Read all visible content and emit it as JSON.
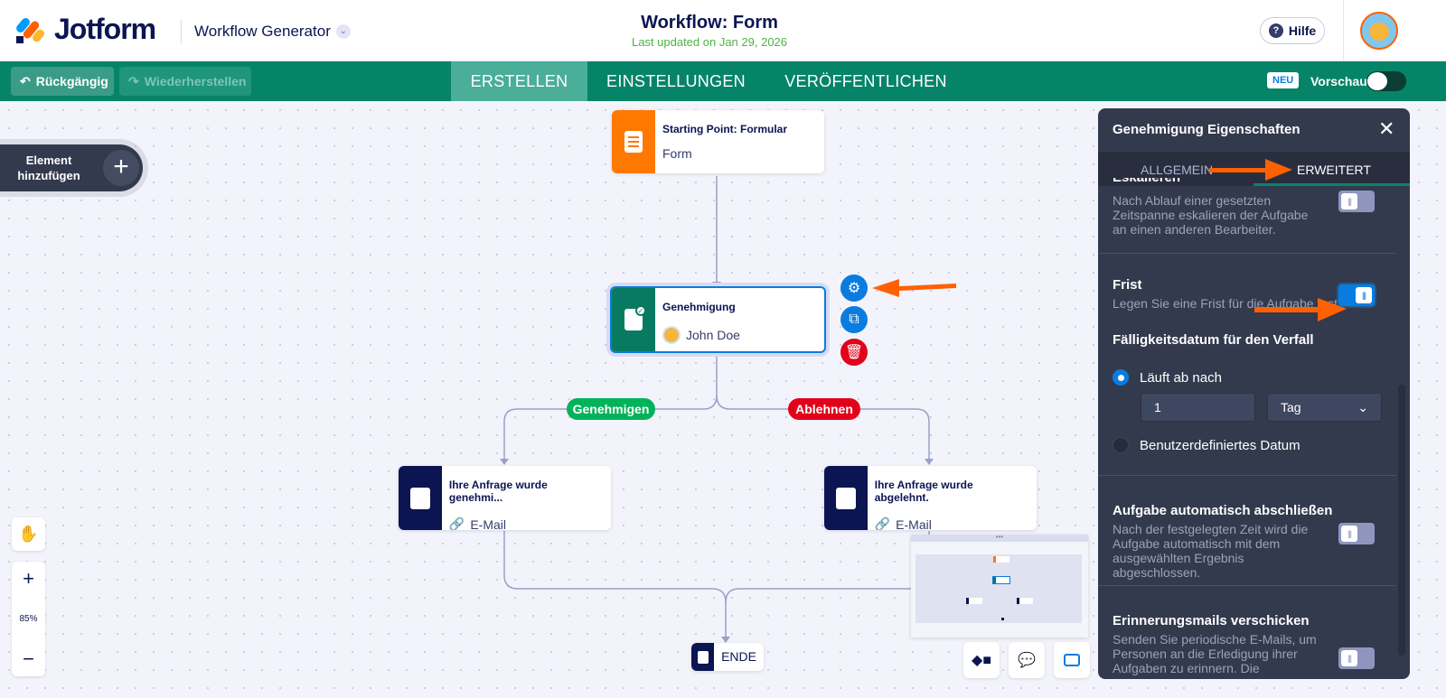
{
  "header": {
    "brand": "Jotform",
    "app_switch": "Workflow Generator",
    "title": "Workflow: Form",
    "subtitle": "Last updated on Jan 29, 2026",
    "help": "Hilfe"
  },
  "toolbar": {
    "undo": "Rückgängig",
    "redo": "Wiederherstellen",
    "tabs": [
      {
        "label": "ERSTELLEN",
        "active": true
      },
      {
        "label": "EINSTELLUNGEN"
      },
      {
        "label": "VERÖFFENTLICHEN"
      }
    ],
    "new_badge": "NEU",
    "preview": "Vorschau"
  },
  "canvas": {
    "add_element": "Element hinzufügen",
    "zoom": "85%",
    "nodes": {
      "start": {
        "title": "Starting Point: Formular",
        "sub": "Form"
      },
      "approval": {
        "title": "Genehmigung",
        "sub": "John Doe"
      },
      "email_ok": {
        "title": "Ihre Anfrage wurde genehmi...",
        "sub": "E-Mail"
      },
      "email_no": {
        "title": "Ihre Anfrage wurde abgelehnt.",
        "sub": "E-Mail"
      },
      "end": {
        "title": "ENDE"
      }
    },
    "branches": {
      "approve": "Genehmigen",
      "reject": "Ablehnen"
    }
  },
  "panel": {
    "title": "Genehmigung Eigenschaften",
    "tabs": [
      "ALLGEMEIN",
      "ERWEITERT"
    ],
    "active_tab": "ERWEITERT",
    "escalate": {
      "title": "Eskalieren",
      "desc": "Nach Ablauf einer gesetzten Zeitspanne eskalieren der Aufgabe an einen anderen Bearbeiter.",
      "enabled": false
    },
    "deadline": {
      "title": "Frist",
      "desc": "Legen Sie eine Frist für die Aufgabe fest.",
      "enabled": true,
      "due_label": "Fälligkeitsdatum für den Verfall",
      "opt_expires": "Läuft ab nach",
      "amount": "1",
      "unit": "Tag",
      "opt_custom": "Benutzerdefiniertes Datum"
    },
    "autocomplete": {
      "title": "Aufgabe automatisch abschließen",
      "desc": "Nach der festgelegten Zeit wird die Aufgabe automatisch mit dem ausgewählten Ergebnis abgeschlossen.",
      "enabled": false
    },
    "reminder": {
      "title": "Erinnerungsmails verschicken",
      "desc": "Senden Sie periodische E-Mails, um Personen an die Erledigung ihrer Aufgaben zu erinnern. Die",
      "enabled": false
    }
  },
  "colors": {
    "teal": "#068468",
    "orange": "#ff7800",
    "navy": "#0a1551",
    "blue": "#0a7cdf",
    "red": "#e3001b",
    "green": "#00b359",
    "arrow": "#ff6100"
  }
}
